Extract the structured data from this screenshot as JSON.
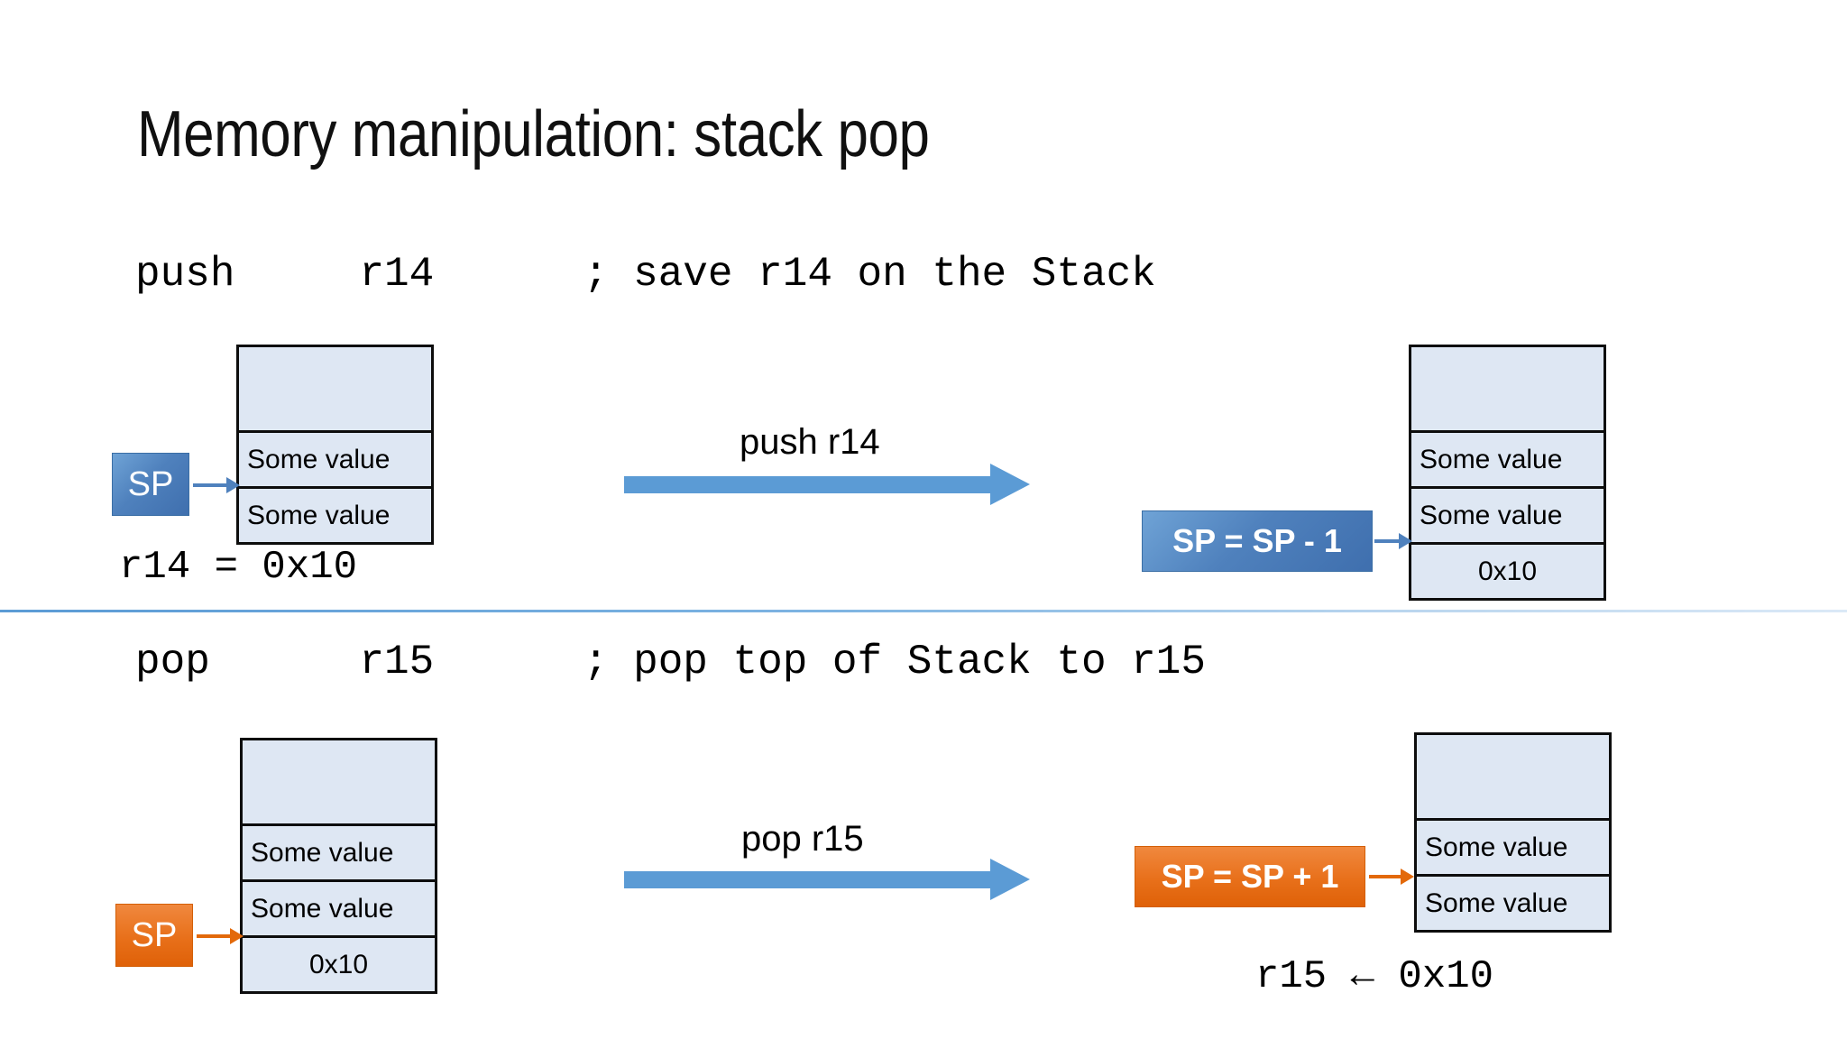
{
  "slide": {
    "title": "Memory manipulation: stack pop",
    "divider_color": "#5b9bd5",
    "background": "#ffffff"
  },
  "colors": {
    "cell_fill": "#dee7f3",
    "cell_border": "#0d0d0d",
    "accent_blue": "#4f81bd",
    "accent_orange": "#e3690a",
    "arrow_blue": "#5b9bd5"
  },
  "push_section": {
    "code": "push     r14      ; save r14 on the Stack",
    "before": {
      "sp_label": "SP",
      "sp_color": "#4f81bd",
      "cells": [
        {
          "text": "",
          "empty": true
        },
        {
          "text": "Some value",
          "align": "left"
        },
        {
          "text": "Some value",
          "align": "left"
        }
      ],
      "sp_points_to_index": 2,
      "note": "r14 = 0x10"
    },
    "transition": {
      "label": "push r14",
      "color": "#5b9bd5"
    },
    "after": {
      "sp_label": "SP = SP - 1",
      "sp_color": "#4f81bd",
      "cells": [
        {
          "text": "",
          "empty": true
        },
        {
          "text": "Some value",
          "align": "left"
        },
        {
          "text": "Some value",
          "align": "left"
        },
        {
          "text": "0x10",
          "align": "center"
        }
      ],
      "sp_points_to_index": 3
    }
  },
  "pop_section": {
    "code": "pop      r15      ; pop top of Stack to r15",
    "before": {
      "sp_label": "SP",
      "sp_color": "#e3690a",
      "cells": [
        {
          "text": "",
          "empty": true
        },
        {
          "text": "Some value",
          "align": "left"
        },
        {
          "text": "Some value",
          "align": "left"
        },
        {
          "text": "0x10",
          "align": "center"
        }
      ],
      "sp_points_to_index": 3
    },
    "transition": {
      "label": "pop r15",
      "color": "#5b9bd5"
    },
    "after": {
      "sp_label": "SP = SP + 1",
      "sp_color": "#e3690a",
      "cells": [
        {
          "text": "",
          "empty": true
        },
        {
          "text": "Some value",
          "align": "left"
        },
        {
          "text": "Some value",
          "align": "left"
        }
      ],
      "sp_points_to_index": 2,
      "note": "r15 ← 0x10"
    }
  }
}
